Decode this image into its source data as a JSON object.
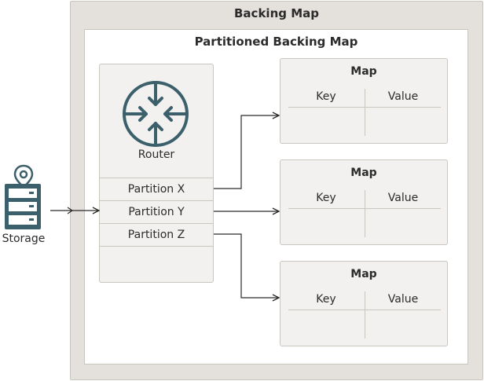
{
  "backing_map": {
    "title": "Backing Map"
  },
  "partitioned_map": {
    "title": "Partitioned Backing Map"
  },
  "router": {
    "label": "Router",
    "icon": "router-icon"
  },
  "partitions": [
    {
      "label": "Partition X"
    },
    {
      "label": "Partition Y"
    },
    {
      "label": "Partition Z"
    }
  ],
  "maps": [
    {
      "title": "Map",
      "key_label": "Key",
      "value_label": "Value"
    },
    {
      "title": "Map",
      "key_label": "Key",
      "value_label": "Value"
    },
    {
      "title": "Map",
      "key_label": "Key",
      "value_label": "Value"
    }
  ],
  "storage": {
    "label": "Storage",
    "icon": "storage-server-icon"
  },
  "colors": {
    "router_icon": "#3b5f6b",
    "container_outer": "#e4e1dc",
    "container_inner": "#ffffff",
    "box_fill": "#f2f1ef",
    "border": "#c9c5bf"
  }
}
